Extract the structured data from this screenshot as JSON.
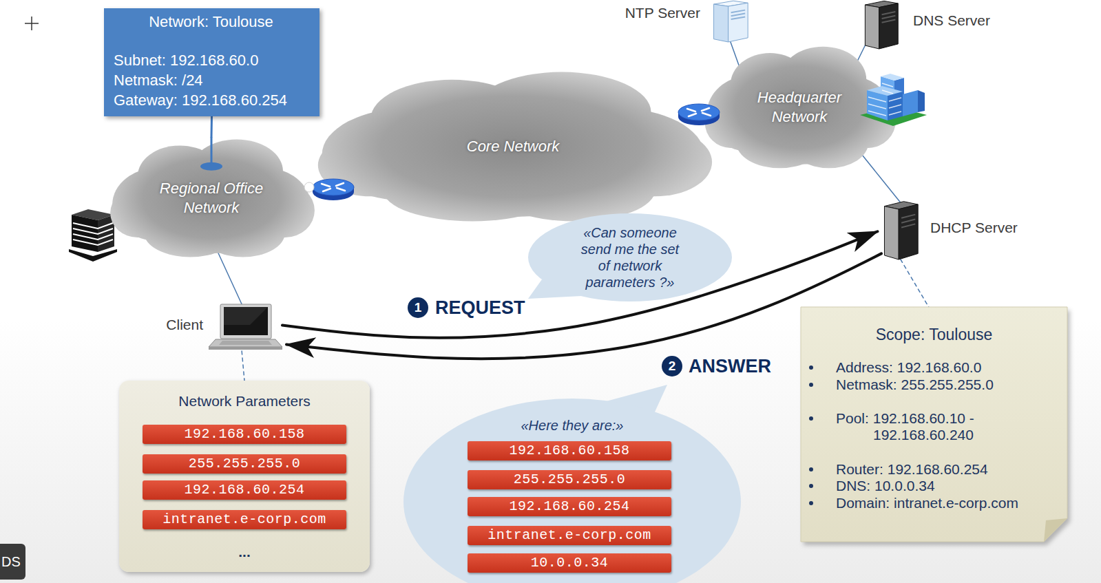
{
  "diagram": {
    "nodes": [
      {
        "text": [
          "Network: Toulouse",
          "Subnet: 192.168.60.0",
          "Netmask: /24",
          "Gateway: 192.168.60.254"
        ]
      },
      {
        "text": [
          "NTP Server"
        ]
      },
      {
        "text": [
          "DNS Server"
        ]
      },
      {
        "text": [
          "Core Network"
        ]
      },
      {
        "text": [
          "Headquarter Network"
        ]
      },
      {
        "text": [
          "Regional Office Network"
        ]
      },
      {
        "text": [
          "DHCP Server"
        ]
      },
      {
        "text": [
          "«Can someone send me the set of network parameters ?»"
        ]
      },
      {
        "text": [
          "Client"
        ]
      },
      {
        "text": [
          "Network Parameters",
          "..."
        ]
      },
      {
        "text": [
          "192.168.60.158"
        ],
        "in": 9
      },
      {
        "text": [
          "255.255.255.0"
        ],
        "in": 9
      },
      {
        "text": [
          "192.168.60.254"
        ],
        "in": 9
      },
      {
        "text": [
          "intranet.e-corp.com"
        ],
        "in": 9
      },
      {
        "text": [
          "«Here they are:»"
        ]
      },
      {
        "text": [
          "192.168.60.158"
        ],
        "in": 14
      },
      {
        "text": [
          "255.255.255.0"
        ],
        "in": 14
      },
      {
        "text": [
          "192.168.60.254"
        ],
        "in": 14
      },
      {
        "text": [
          "intranet.e-corp.com"
        ],
        "in": 14
      },
      {
        "text": [
          "10.0.0.34"
        ],
        "in": 14
      },
      {
        "text": [
          "Scope: Toulouse",
          "Address: 192.168.60.0",
          "Netmask: 255.255.255.0",
          "Pool: 192.168.60.10 - 192.168.60.240",
          "Router: 192.168.60.254",
          "DNS: 10.0.0.34",
          "Domain: intranet.e-corp.com"
        ]
      }
    ],
    "edges": [
      {
        "from": 0,
        "to": 5,
        "arrow": "none"
      },
      {
        "from": 1,
        "to": 4,
        "arrow": "none"
      },
      {
        "from": 2,
        "to": 4,
        "arrow": "none"
      },
      {
        "from": 4,
        "to": 6,
        "arrow": "none"
      },
      {
        "from": 5,
        "to": 8,
        "arrow": "none"
      },
      {
        "from": 8,
        "to": 6,
        "arrow": "to"
      },
      {
        "from": 6,
        "to": 8,
        "arrow": "to"
      },
      {
        "from": 8,
        "to": 9,
        "arrow": "none"
      },
      {
        "from": 6,
        "to": 20,
        "arrow": "none"
      }
    ],
    "labels": [
      "1",
      "REQUEST",
      "2",
      "ANSWER",
      "DS"
    ]
  }
}
